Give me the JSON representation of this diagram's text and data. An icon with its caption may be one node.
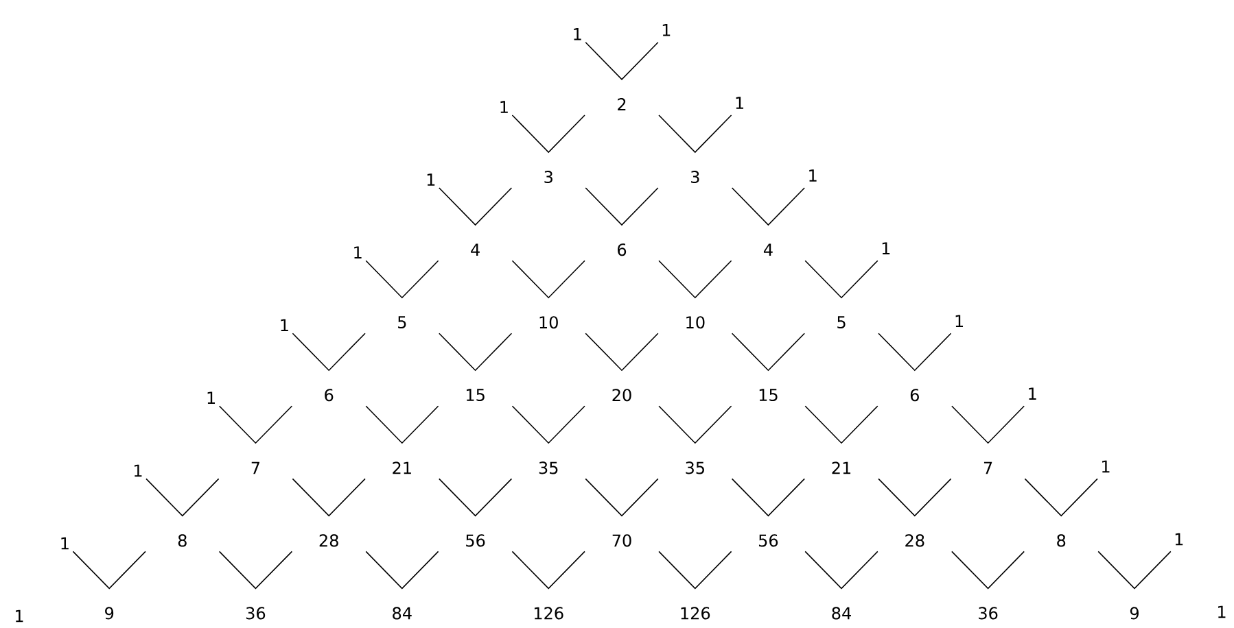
{
  "diagram": {
    "labels": [
      "1",
      "1",
      "1",
      "2",
      "1",
      "1",
      "3",
      "3",
      "1",
      "1",
      "4",
      "6",
      "4",
      "1",
      "1",
      "5",
      "10",
      "10",
      "5",
      "1",
      "1",
      "6",
      "15",
      "20",
      "15",
      "6",
      "1",
      "1",
      "7",
      "21",
      "35",
      "35",
      "21",
      "7",
      "1",
      "1",
      "8",
      "28",
      "56",
      "70",
      "56",
      "28",
      "8",
      "1",
      "1",
      "9",
      "36",
      "84",
      "126",
      "126",
      "84",
      "36",
      "9",
      "1"
    ]
  }
}
